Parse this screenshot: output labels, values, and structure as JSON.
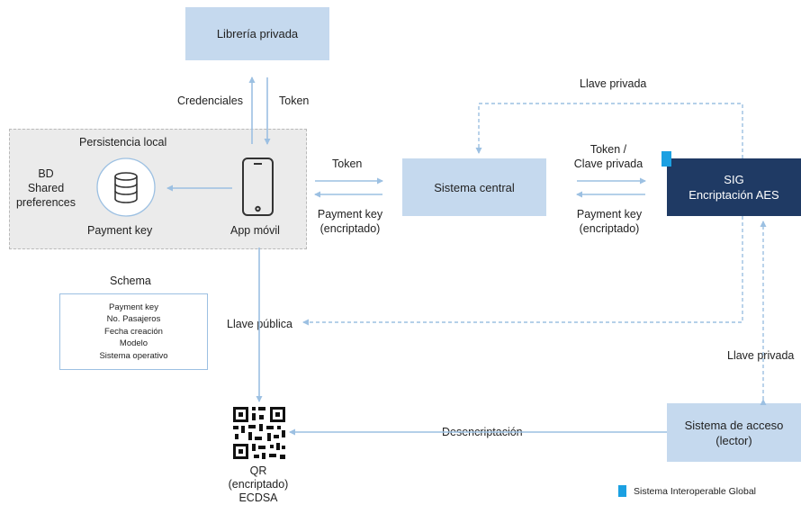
{
  "nodes": {
    "libreria": "Librería privada",
    "persistencia": "Persistencia local",
    "bd": [
      "BD",
      "Shared",
      "preferences"
    ],
    "payment_key_db": "Payment key",
    "app_movil": "App móvil",
    "sistema_central": "Sistema central",
    "sig": [
      "SIG",
      "Encriptación AES"
    ],
    "sistema_acceso": [
      "Sistema de acceso",
      "(lector)"
    ],
    "qr": [
      "QR",
      "(encriptado)",
      "ECDSA"
    ]
  },
  "edges": {
    "credenciales": "Credenciales",
    "token_top": "Token",
    "token_mid": "Token",
    "payment_key_left": [
      "Payment key",
      "(encriptado)"
    ],
    "token_clave": [
      "Token /",
      "Clave privada"
    ],
    "payment_key_right": [
      "Payment key",
      "(encriptado)"
    ],
    "llave_privada_top": "Llave privada",
    "llave_publica": "Llave pública",
    "llave_privada_right": "Llave privada",
    "desencriptacion": "Desencriptación"
  },
  "schema": {
    "title": "Schema",
    "fields": [
      "Payment key",
      "No. Pasajeros",
      "Fecha creación",
      "Modelo",
      "Sistema operativo"
    ]
  },
  "legend": {
    "label": "Sistema Interoperable Global",
    "color": "#1ba0e2"
  },
  "colors": {
    "light_box": "#c5d9ee",
    "dark_box": "#1f3a64",
    "arrow": "#9cc0e2"
  }
}
